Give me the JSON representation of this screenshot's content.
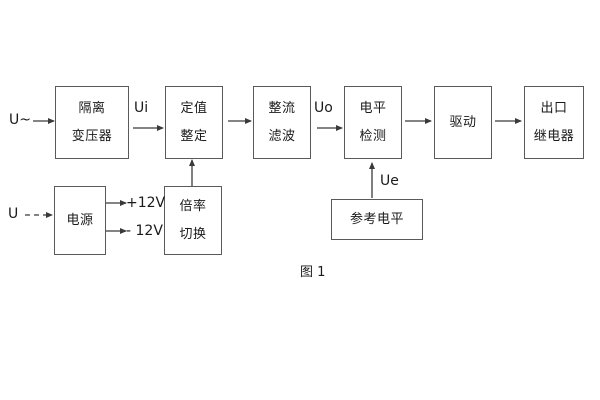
{
  "figure": {
    "caption": "图 1",
    "stroke_color": "#5a5a5a",
    "text_color": "#1a1a1a",
    "background": "#ffffff"
  },
  "blocks": [
    {
      "id": "isolation-transformer",
      "lines": [
        "隔离",
        "变压器"
      ]
    },
    {
      "id": "setpoint-adjust",
      "lines": [
        "定值",
        "整定"
      ]
    },
    {
      "id": "rectify-filter",
      "lines": [
        "整流",
        "滤波"
      ]
    },
    {
      "id": "level-detect",
      "lines": [
        "电平",
        "检测"
      ]
    },
    {
      "id": "drive",
      "lines": [
        "驱动"
      ]
    },
    {
      "id": "output-relay",
      "lines": [
        "出口",
        "继电器"
      ]
    },
    {
      "id": "power-supply",
      "lines": [
        "电源"
      ]
    },
    {
      "id": "multiplier-switch",
      "lines": [
        "倍率",
        "切换"
      ]
    },
    {
      "id": "reference-level",
      "lines": [
        "参考电平"
      ]
    }
  ],
  "labels": {
    "input_ac": "U~",
    "input_dc": "U",
    "ui": "Ui",
    "uo": "Uo",
    "ue": "Ue",
    "rail_pos": "+12V",
    "rail_neg": "- 12V"
  }
}
